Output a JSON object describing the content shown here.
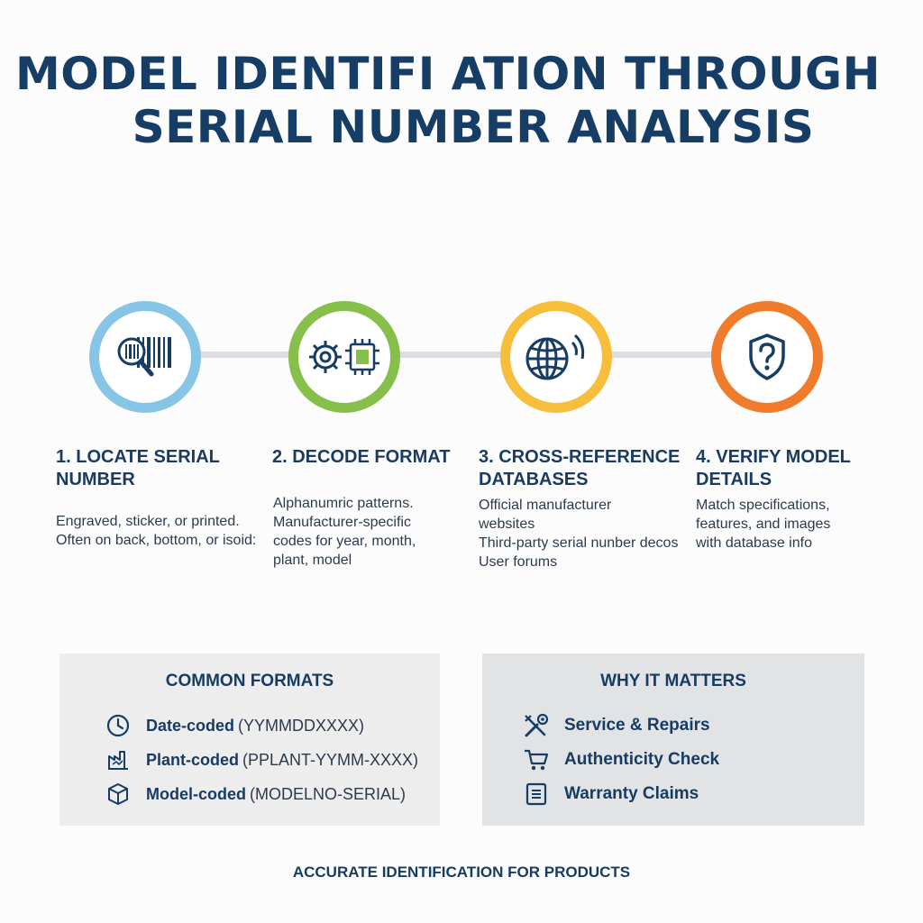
{
  "title": {
    "line1": "MODEL IDENTIFI ATION THROUGH",
    "line2": "SERIAL NUMBER ANALYSIS"
  },
  "colors": {
    "step1": "#86c5e6",
    "step2": "#86bf4a",
    "step3": "#f7be3c",
    "step4": "#f07b2b",
    "navy": "#163d66"
  },
  "steps": [
    {
      "icon": "magnifier-barcode-icon",
      "title": [
        "1. LOCATE SERIAL",
        "NUMBER"
      ],
      "desc": [
        "Engraved, sticker, or printed.",
        "Often on back, bottom, or isoid:"
      ]
    },
    {
      "icon": "gear-chip-icon",
      "title": [
        "2. DECODE FORMAT"
      ],
      "desc": [
        "Alphanumric patterns.",
        "Manufacturer-specific",
        "codes for year, month,",
        "plant, model"
      ]
    },
    {
      "icon": "globe-signal-icon",
      "title": [
        "3. CROSS-REFERENCE",
        "DATABASES"
      ],
      "desc": [
        "Official manufacturer",
        "websites",
        "Third-party serial nunber decos",
        "User forums"
      ]
    },
    {
      "icon": "shield-question-icon",
      "title": [
        "4. VERIFY MODEL",
        "DETAILS"
      ],
      "desc": [
        "Match specifications,",
        "features, and images",
        "with database info"
      ]
    }
  ],
  "common_formats": {
    "title": "COMMON FORMATS",
    "items": [
      {
        "icon": "clock-icon",
        "label": "Date-coded",
        "value": "(YYMMDDXXXX)"
      },
      {
        "icon": "factory-icon",
        "label": "Plant-coded",
        "value": "(PPLANT-YYMM-XXXX)"
      },
      {
        "icon": "box-icon",
        "label": "Model-coded",
        "value": "(MODELNO-SERIAL)"
      }
    ]
  },
  "why_it_matters": {
    "title": "WHY IT MATTERS",
    "items": [
      {
        "icon": "tools-icon",
        "label": "Service & Repairs"
      },
      {
        "icon": "cart-icon",
        "label": "Authenticity Check"
      },
      {
        "icon": "document-icon",
        "label": "Warranty Claims"
      }
    ]
  },
  "footer": "ACCURATE IDENTIFICATION FOR PRODUCTS"
}
